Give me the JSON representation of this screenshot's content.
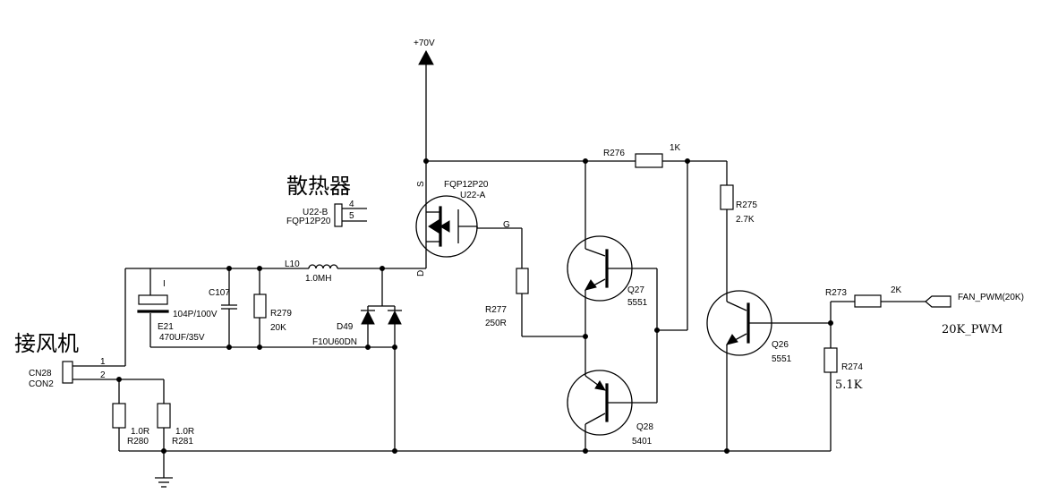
{
  "labels": {
    "supply": "+70V",
    "heatsink": "散热器",
    "fan": "接风机",
    "pwm_note": "20K_PWM",
    "mosfet_a_part": "FQP12P20",
    "mosfet_a_ref": "U22-A",
    "mosfet_b_ref": "U22-B",
    "mosfet_b_part": "FQP12P20",
    "pin4": "4",
    "pin5": "5",
    "pin_s": "S",
    "pin_d": "D",
    "pin_g": "G",
    "l10_ref": "L10",
    "l10_val": "1.0MH",
    "c107_ref": "C107",
    "c107_val": "104P/100V",
    "e21_ref": "E21",
    "e21_val": "470UF/35V",
    "e21_plus": "I",
    "r279_ref": "R279",
    "r279_val": "20K",
    "d49_ref": "D49",
    "d49_part": "F10U60DN",
    "cn28_ref": "CN28",
    "cn28_part": "CON2",
    "cn_pin1": "1",
    "cn_pin2": "2",
    "r280_val": "1.0R",
    "r280_ref": "R280",
    "r281_val": "1.0R",
    "r281_ref": "R281",
    "r277_ref": "R277",
    "r277_val": "250R",
    "r276_ref": "R276",
    "r276_val": "1K",
    "r275_ref": "R275",
    "r275_val": "2.7K",
    "q27_ref": "Q27",
    "q27_val": "5551",
    "q28_ref": "Q28",
    "q28_val": "5401",
    "q26_ref": "Q26",
    "q26_val": "5551",
    "r273_ref": "R273",
    "r273_val": "2K",
    "r274_ref": "R274",
    "r274_val": "5.1K",
    "fan_pwm_port": "FAN_PWM(20K)"
  }
}
